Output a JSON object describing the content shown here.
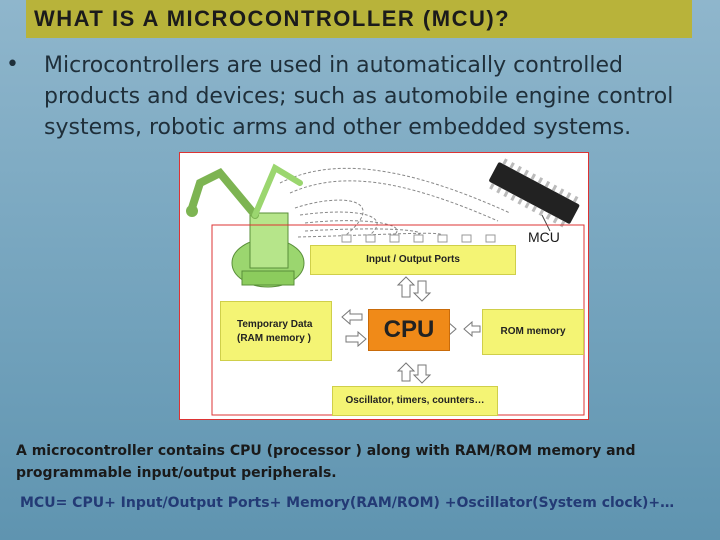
{
  "title": "WHAT IS A MICROCONTROLLER (MCU)?",
  "bullet": "Microcontrollers are used in automatically controlled products and devices; such as automobile engine control systems, robotic arms and other embedded systems.",
  "diagram": {
    "mcu_label": "MCU",
    "io_ports": "Input / Output Ports",
    "cpu": "CPU",
    "temp_data_line1": "Temporary Data",
    "temp_data_line2": "(RAM memory )",
    "rom": "ROM memory",
    "oscillator": "Oscillator, timers, counters…"
  },
  "description": "A microcontroller contains CPU (processor ) along with RAM/ROM memory and programmable input/output peripherals.",
  "formula": "MCU= CPU+ Input/Output Ports+ Memory(RAM/ROM) +Oscillator(System clock)+…",
  "colors": {
    "title_bar": "#b8b33a",
    "box_fill": "#f4f474",
    "cpu_fill": "#f08a18",
    "formula_text": "#233a75"
  }
}
